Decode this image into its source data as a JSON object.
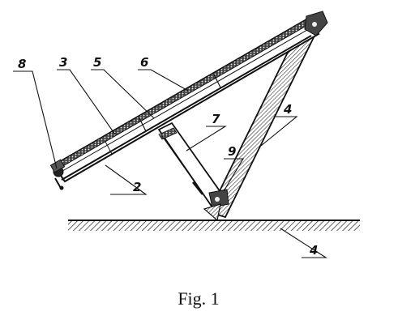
{
  "figure": {
    "caption": "Fig. 1",
    "labels": {
      "l8": "8",
      "l3": "3",
      "l5": "5",
      "l6": "6",
      "l7": "7",
      "l4a": "4",
      "l9": "9",
      "l2": "2",
      "l4b": "4"
    }
  }
}
